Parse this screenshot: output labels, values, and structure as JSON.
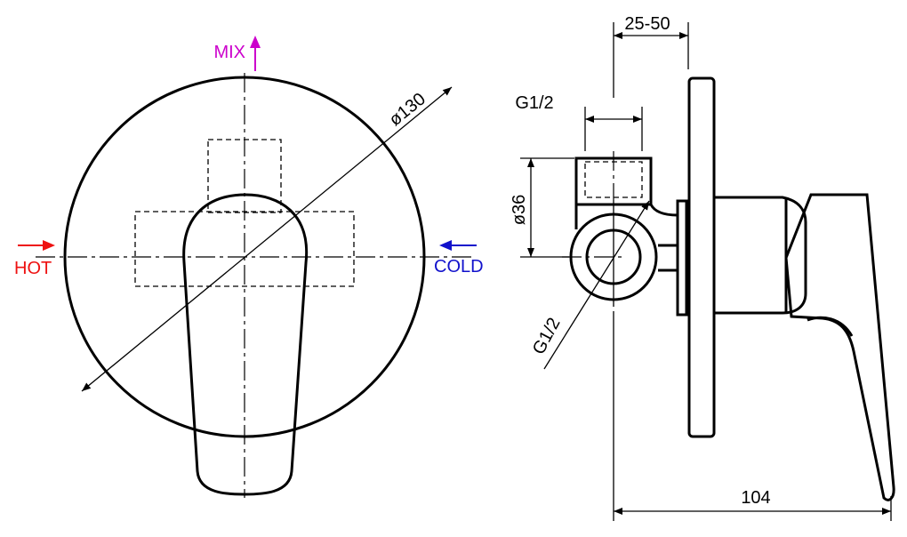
{
  "front_view": {
    "labels": {
      "mix": "MIX",
      "hot": "HOT",
      "cold": "COLD",
      "diameter": "ø130"
    }
  },
  "side_view": {
    "labels": {
      "depth": "25-50",
      "thread_top": "G1/2",
      "thread_angled": "G1/2",
      "pipe_diameter": "ø36",
      "overall_length": "104"
    }
  },
  "colors": {
    "mix": "#cc00cc",
    "hot": "#ee1111",
    "cold": "#1111cc",
    "line": "#000000"
  }
}
